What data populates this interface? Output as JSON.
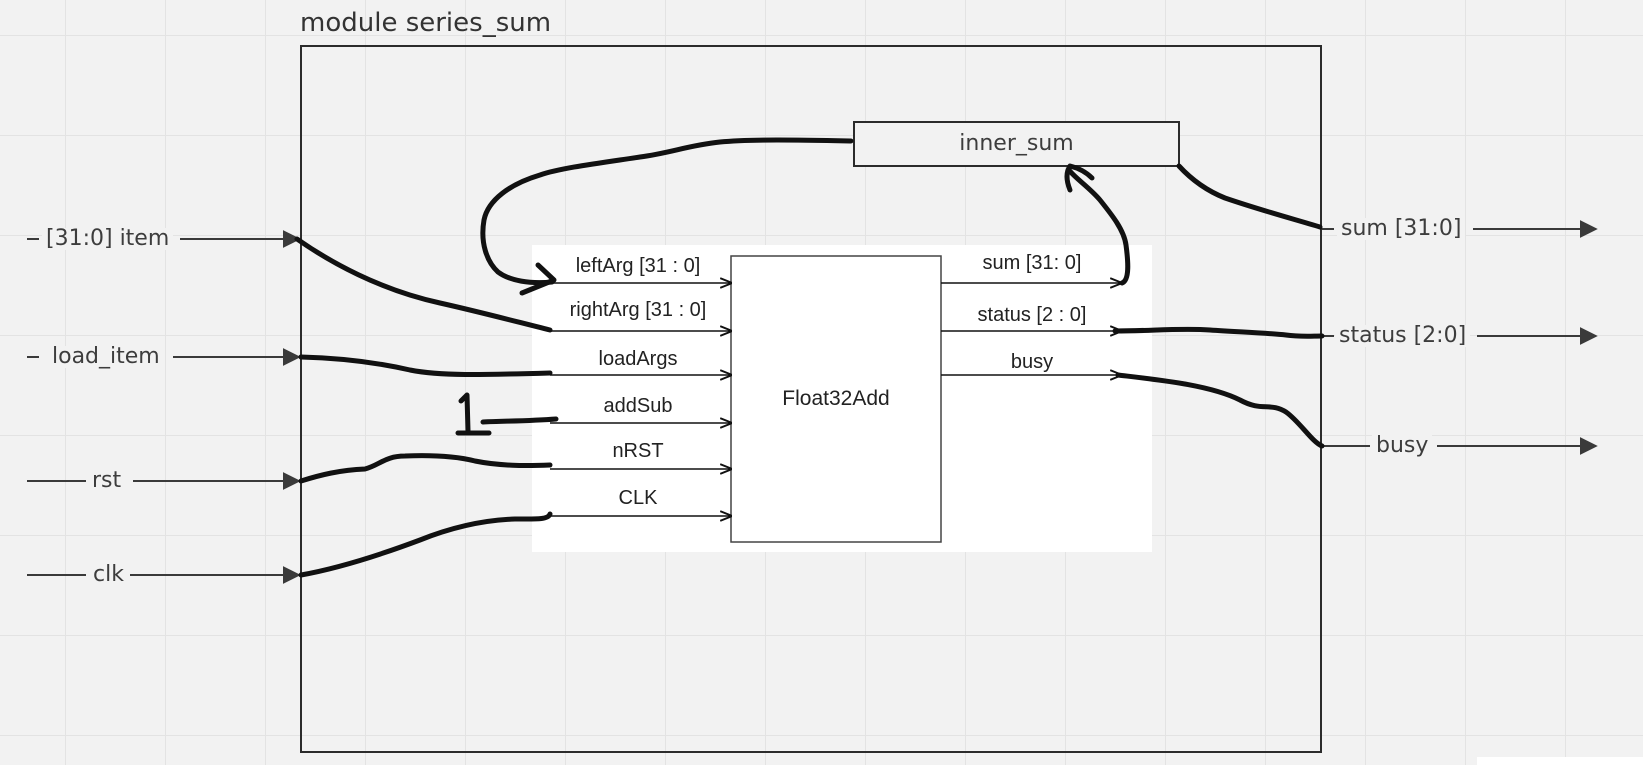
{
  "module": {
    "title": "module series_sum"
  },
  "inputs": [
    {
      "name": "item-input",
      "label": "[31:0] item"
    },
    {
      "name": "load-item-input",
      "label": "load_item"
    },
    {
      "name": "rst-input",
      "label": "rst"
    },
    {
      "name": "clk-input",
      "label": "clk"
    }
  ],
  "outputs": [
    {
      "name": "sum-output",
      "label": "sum [31:0]"
    },
    {
      "name": "status-output",
      "label": "status [2:0]"
    },
    {
      "name": "busy-output",
      "label": "busy"
    }
  ],
  "register": {
    "label": "inner_sum"
  },
  "adder": {
    "label": "Float32Add",
    "input_pins": [
      "leftArg [31 : 0]",
      "rightArg [31 : 0]",
      "loadArgs",
      "addSub",
      "nRST",
      "CLK"
    ],
    "output_pins": [
      "sum [31: 0]",
      "status [2 : 0]",
      "busy"
    ]
  },
  "constant": {
    "label": "1"
  }
}
